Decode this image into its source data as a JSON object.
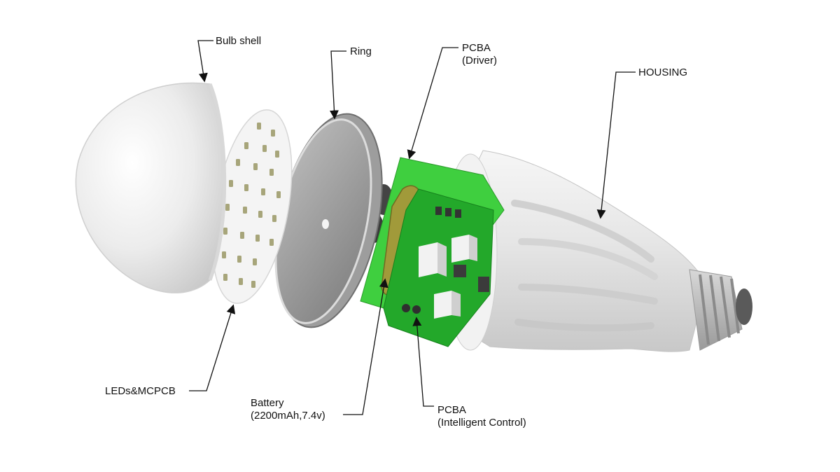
{
  "labels": {
    "bulb_shell": "Bulb shell",
    "ring": "Ring",
    "pcba_driver_line1": "PCBA",
    "pcba_driver_line2": "(Driver)",
    "housing": "HOUSING",
    "leds_mcpcb": "LEDs&MCPCB",
    "battery_line1": "Battery",
    "battery_line2": "(2200mAh,7.4v)",
    "pcba_control_line1": "PCBA",
    "pcba_control_line2": "(Intelligent Control)"
  },
  "colors": {
    "pcb_green": "#3fcf3f",
    "pcb_dark_green": "#23a82a",
    "housing_white": "#ececec",
    "shell_white": "#e9e9e9",
    "ring_gray": "#8c8c8c",
    "battery_olive": "#a19a3a",
    "leader_line": "#111111"
  },
  "icons": {
    "leader_arrow": "arrowhead"
  }
}
